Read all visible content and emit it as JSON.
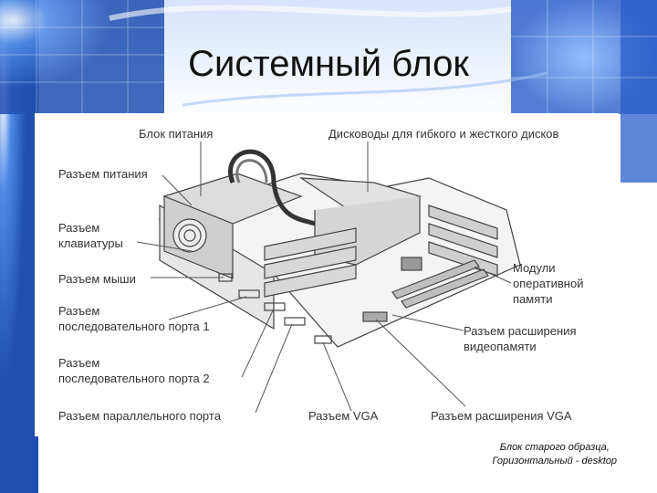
{
  "slide": {
    "title": "Системный блок",
    "caption_line1": "Блок старого образца,",
    "caption_line2": "Горизонтальный - desktop"
  },
  "labels": {
    "power_supply": "Блок питания",
    "drives": "Дисководы для гибкого и жесткого дисков",
    "power_connector": "Разъем питания",
    "keyboard_connector_1": "Разъем",
    "keyboard_connector_2": "клавиатуры",
    "mouse_connector": "Разъем мыши",
    "serial1_line1": "Разъем",
    "serial1_line2": "последовательного порта 1",
    "serial2_line1": "Разъем",
    "serial2_line2": "последовательного порта 2",
    "parallel_port": "Разъем параллельного порта",
    "vga": "Разъем VGA",
    "vga_extension": "Разъем расширения VGA",
    "ram_line1": "Модули",
    "ram_line2": "оперативной",
    "ram_line3": "памяти",
    "video_ext_line1": "Разъем расширения",
    "video_ext_line2": "видеопамяти"
  },
  "colors": {
    "background_blue": "#2f6fd8",
    "text_dark": "#333333"
  }
}
